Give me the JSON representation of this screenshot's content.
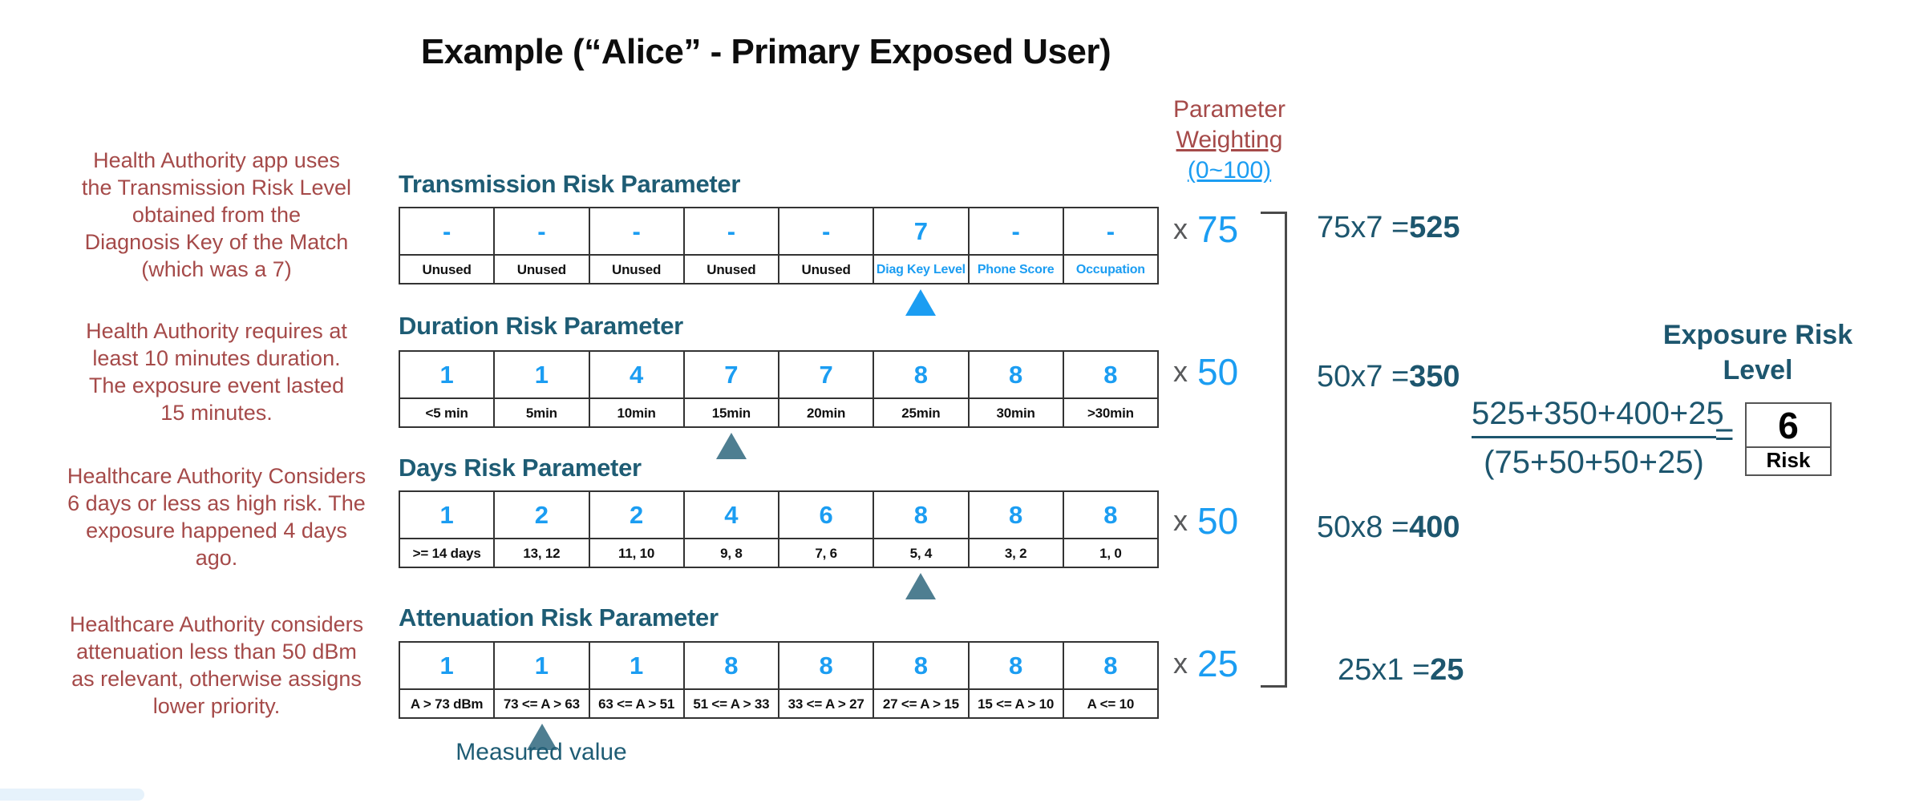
{
  "title": "Example (“Alice” - Primary Exposed User)",
  "notes": [
    "Health Authority app uses\nthe Transmission Risk Level\nobtained from the\nDiagnosis Key of the Match\n(which was a 7)",
    "Health Authority requires at\nleast 10 minutes duration.\nThe exposure event lasted\n15 minutes.",
    "Healthcare Authority Considers\n6 days or less as high risk.  The\nexposure happened 4 days\nago.",
    "Healthcare Authority considers\nattenuation less than 50 dBm\nas relevant, otherwise assigns\nlower priority."
  ],
  "weighting_header": {
    "line1": "Parameter",
    "line2": "Weighting",
    "line3": "(0~100)"
  },
  "parameters": [
    {
      "name": "Transmission Risk Parameter",
      "values": [
        "-",
        "-",
        "-",
        "-",
        "-",
        "7",
        "-",
        "-"
      ],
      "labels": [
        "Unused",
        "Unused",
        "Unused",
        "Unused",
        "Unused",
        "Diag Key Level",
        "Phone Score",
        "Occupation"
      ],
      "label_styles": [
        "plain",
        "plain",
        "plain",
        "plain",
        "plain",
        "blue",
        "blue",
        "blue"
      ],
      "marker_column": 6,
      "marker_color": "#1b9df2",
      "weight_prefix": "x",
      "weight": "75",
      "calc_expr": "75x7 = ",
      "calc_result": "525"
    },
    {
      "name": "Duration Risk Parameter",
      "values": [
        "1",
        "1",
        "4",
        "7",
        "7",
        "8",
        "8",
        "8"
      ],
      "labels": [
        "<5 min",
        "5min",
        "10min",
        "15min",
        "20min",
        "25min",
        "30min",
        ">30min"
      ],
      "label_styles": [
        "plain",
        "plain",
        "plain",
        "plain",
        "plain",
        "plain",
        "plain",
        "plain"
      ],
      "marker_column": 4,
      "marker_color": "#4e7e91",
      "weight_prefix": "x",
      "weight": "50",
      "calc_expr": "50x7 = ",
      "calc_result": "350"
    },
    {
      "name": "Days Risk Parameter",
      "values": [
        "1",
        "2",
        "2",
        "4",
        "6",
        "8",
        "8",
        "8"
      ],
      "labels": [
        ">= 14 days",
        "13, 12",
        "11, 10",
        "9, 8",
        "7, 6",
        "5, 4",
        "3, 2",
        "1, 0"
      ],
      "label_styles": [
        "plain",
        "plain",
        "plain",
        "plain",
        "plain",
        "plain",
        "plain",
        "plain"
      ],
      "marker_column": 6,
      "marker_color": "#4e7e91",
      "weight_prefix": "x",
      "weight": "50",
      "calc_expr": "50x8 = ",
      "calc_result": "400"
    },
    {
      "name": "Attenuation Risk Parameter",
      "values": [
        "1",
        "1",
        "1",
        "8",
        "8",
        "8",
        "8",
        "8"
      ],
      "labels": [
        "A > 73 dBm",
        "73 <= A > 63",
        "63 <= A > 51",
        "51 <= A > 33",
        "33 <= A > 27",
        "27 <= A > 15",
        "15 <= A > 10",
        "A <= 10"
      ],
      "label_styles": [
        "plain",
        "plain",
        "plain",
        "plain",
        "plain",
        "plain",
        "plain",
        "plain"
      ],
      "marker_column": 2,
      "marker_color": "#4e7e91",
      "weight_prefix": "x",
      "weight": "25",
      "calc_expr": "25x1 = ",
      "calc_result": "25"
    }
  ],
  "measured_value_label": "Measured value",
  "equation": {
    "numerator": "525+350+400+25",
    "denominator": "(75+50+50+25)",
    "equals": "=",
    "result": "6",
    "result_label": "Risk"
  },
  "exposure_heading": "Exposure Risk\nLevel",
  "colors": {
    "value_blue": "#1b9df2",
    "heading_teal": "#1e5c74",
    "calc_teal": "#1d566e",
    "note_red": "#a54a49",
    "marker_slate": "#4e7e91",
    "weight_x_gray": "#58595b",
    "bracket_gray": "#4a4a4a"
  }
}
